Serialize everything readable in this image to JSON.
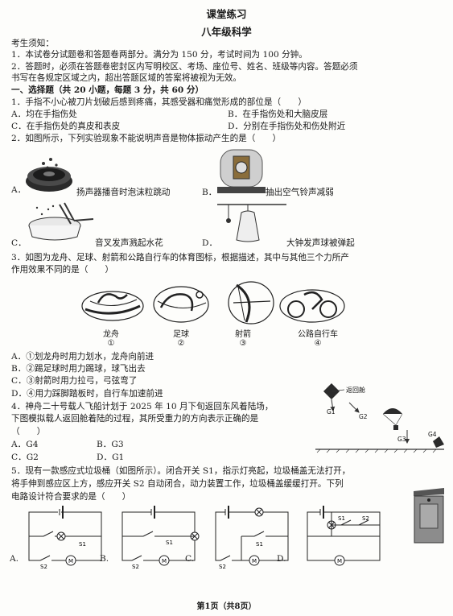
{
  "header": {
    "title": "课堂练习",
    "subtitle": "八年级科学"
  },
  "notice": {
    "heading": "考生须知：",
    "items": [
      "1．本试卷分试题卷和答题卷两部分。满分为 150 分，考试时间为 100 分钟。",
      "2．答题时，必须在答题卷密封区内写明校区、考场、座位号、姓名、班级等内容。答题必须",
      "书写在各规定区域之内，超出答题区域的答案将被视为无效。"
    ]
  },
  "section1": {
    "heading": "一、选择题（共 20 小题，每题 3 分，共 60 分）"
  },
  "q1": {
    "stem": "1．手指不小心被刀片划破后感到疼痛，其感受器和痛觉形成的部位是（　　）",
    "options": {
      "A": "A．均在手指伤处",
      "B": "B．在手指伤处和大脑皮层",
      "C": "C．在手指伤处的真皮和表皮",
      "D": "D．分别在手指伤处和伤处附近"
    }
  },
  "q2": {
    "stem": "2．如图所示，下列实验现象不能说明声音是物体振动产生的是（　　）",
    "options": {
      "A_letter": "A．",
      "A_text": "扬声器播音时泡沫粒跳动",
      "B_letter": "B．",
      "B_text": "抽出空气铃声减弱",
      "C_letter": "C．",
      "C_text": "音叉发声溅起水花",
      "D_letter": "D．",
      "D_text": "大钟发声球被弹起"
    }
  },
  "q3": {
    "stem1": "3．如图为龙舟、足球、射箭和公路自行车的体育图标，根据描述，其中与其他三个力所产",
    "stem2": "作用效果不同的是（　　）",
    "icons": [
      {
        "label": "龙舟",
        "num": "①"
      },
      {
        "label": "足球",
        "num": "②"
      },
      {
        "label": "射箭",
        "num": "③"
      },
      {
        "label": "公路自行车",
        "num": "④"
      }
    ],
    "options": {
      "A": "A．①划龙舟时用力划水，龙舟向前进",
      "B": "B．②踢足球时用力踢球，球飞出去",
      "C": "C．③射箭时用力拉弓，弓弦弯了",
      "D": "D．④用力踩脚踏板时，自行车加速前进"
    }
  },
  "q4": {
    "stem1": "4．神舟二十号载人飞船计划于 2025 年 10 月下旬返回东风着陆场，",
    "stem2": "下图模拟载人返回舱着陆的过程，其所受重力的方向表示正确的是",
    "stem3": "（　　）",
    "figure_label": "返回舱",
    "force_labels": [
      "G1",
      "G2",
      "G3",
      "G4"
    ],
    "options": {
      "A": "A．G4",
      "B": "B．G3",
      "C": "C．G2",
      "D": "D．G1"
    }
  },
  "q5": {
    "stem1": "5．现有一款感应式垃圾桶（如图所示）。闭合开关 S1，指示灯亮起，垃圾桶盖无法打开，",
    "stem2": "将手伸到感应区上方，感应开关 S2 自动闭合，动力装置工作，垃圾桶盖缓缓打开。下列",
    "stem3": "电路设计符合要求的是（　　）",
    "options": [
      "A.",
      "B.",
      "C.",
      "D."
    ],
    "labels": {
      "s1": "S1",
      "s2": "S2",
      "motor": "M"
    }
  },
  "footer": {
    "page": "第1页（共8页）"
  }
}
